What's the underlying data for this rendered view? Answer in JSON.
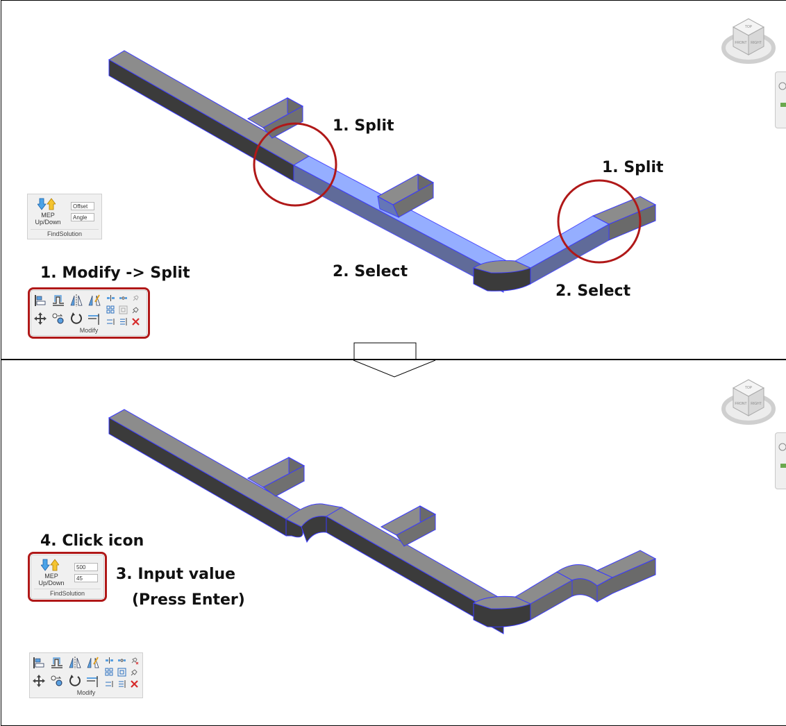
{
  "top_panel": {
    "annotations": {
      "split_1": "1. Split",
      "split_2": "1. Split",
      "select_1": "2. Select",
      "select_2": "2. Select",
      "modify_split": "1. Modify -> Split"
    },
    "mep_panel": {
      "name": "MEP Up/Down",
      "offset_value": "Offset",
      "angle_value": "Angle",
      "caption": "FindSolution"
    },
    "modify_panel": {
      "caption": "Modify"
    }
  },
  "bottom_panel": {
    "annotations": {
      "click_icon": "4. Click icon",
      "input_value": "3. Input value",
      "press_enter": "(Press Enter)"
    },
    "mep_panel": {
      "name": "MEP Up/Down",
      "offset_value": "500",
      "angle_value": "45",
      "caption": "FindSolution"
    },
    "modify_panel": {
      "caption": "Modify"
    }
  },
  "viewcube": {
    "top": "TOP",
    "front": "FRONT",
    "right": "RIGHT"
  },
  "colors": {
    "highlight_red": "#b01818",
    "duct_top": "#8a8a8a",
    "duct_side": "#3a3a3a",
    "selection_blue": "#7f9dff",
    "edge_blue": "#3a3aff"
  },
  "icons": [
    "arrow-down-icon",
    "arrow-up-icon",
    "align-icon",
    "offset-icon",
    "mirror-pick-icon",
    "mirror-draw-icon",
    "move-icon",
    "copy-icon",
    "rotate-icon",
    "trim-extend-icon",
    "split-icon",
    "split-gap-icon",
    "array-icon",
    "scale-icon",
    "pin-icon",
    "unpin-icon",
    "delete-icon"
  ]
}
